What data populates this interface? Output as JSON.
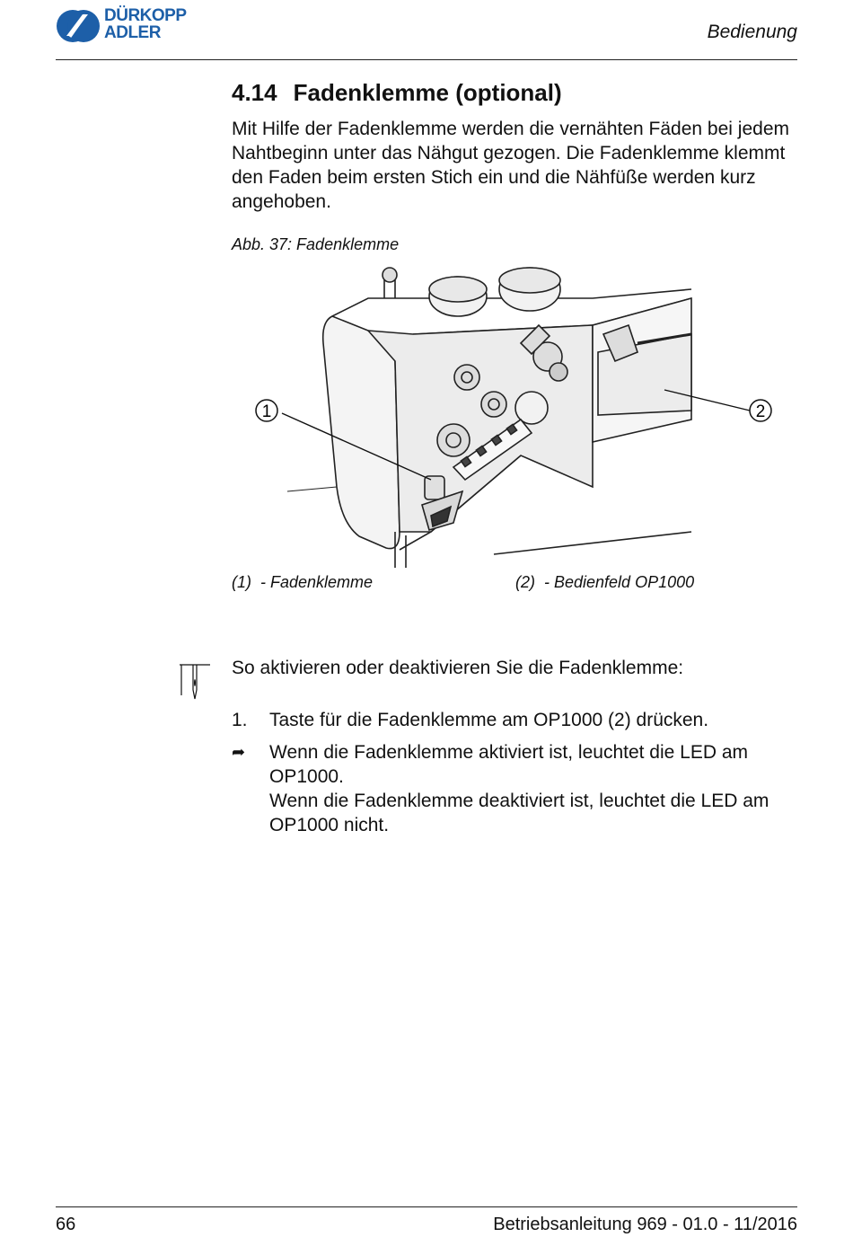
{
  "header": {
    "brand_line1": "DÜRKOPP",
    "brand_line2": "ADLER",
    "section": "Bedienung"
  },
  "section": {
    "number": "4.14",
    "title": "Fadenklemme (optional)"
  },
  "intro": "Mit Hilfe der Fadenklemme werden die vernähten Fäden bei jedem Nahtbeginn unter das Nähgut gezogen. Die Fadenklemme klemmt den Faden beim ersten Stich ein und die Nähfüße werden kurz angehoben.",
  "figure": {
    "caption": "Abb. 37: Fadenklemme",
    "callout_1": "1",
    "callout_2": "2",
    "legend": [
      {
        "ref": "(1)",
        "text": "- Fadenklemme"
      },
      {
        "ref": "(2)",
        "text": "- Bedienfeld OP1000"
      }
    ]
  },
  "instructions": {
    "lead": "So aktivieren oder deaktivieren Sie die Fadenklemme:",
    "step_number": "1.",
    "step_text": "Taste für die Fadenklemme am OP1000 (2) drücken.",
    "result_line1": "Wenn die Fadenklemme aktiviert ist, leuchtet die LED am OP1000.",
    "result_line2": "Wenn die Fadenklemme deaktiviert ist, leuchtet die LED am OP1000 nicht."
  },
  "footer": {
    "page": "66",
    "doc": "Betriebsanleitung 969 - 01.0 - 11/2016"
  },
  "colors": {
    "brand": "#1d5fa8"
  }
}
